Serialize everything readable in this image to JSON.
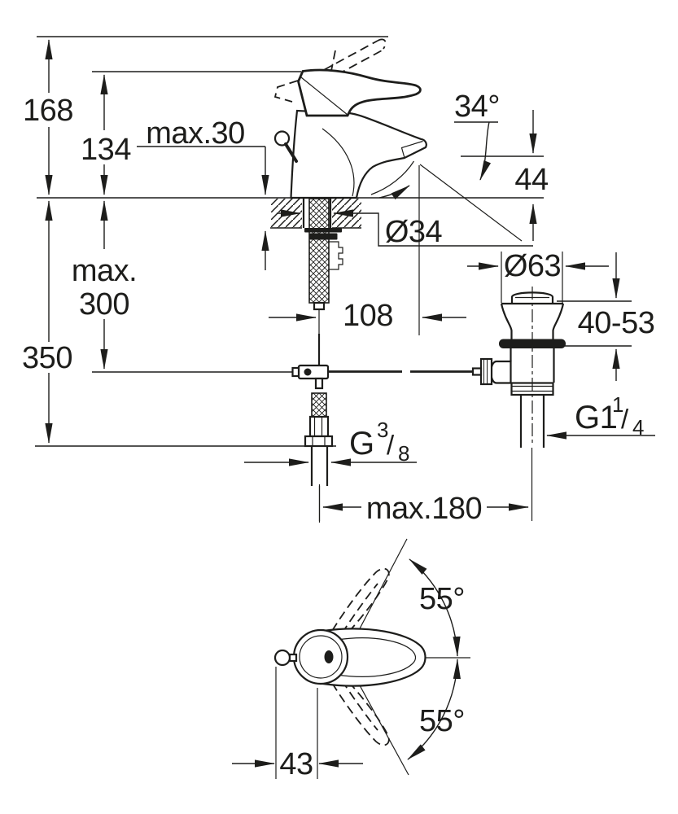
{
  "drawing": {
    "product": "single-lever basin mixer with pop-up waste - installation dimension drawing",
    "units": "mm",
    "colors": {
      "background": "#ffffff",
      "ink": "#1d1d1b"
    },
    "front_view": {
      "height_total_open": "168",
      "height_handle_closed": "134",
      "deck_thickness_max": "max.30",
      "spout_angle": "34°",
      "spout_outlet_height": "44",
      "mounting_hole_dia": "Ø34",
      "below_deck_max_word": "max.",
      "below_deck_max_value": "300",
      "overall_below_deck": "350",
      "spout_reach": "108",
      "waste_flange_dia": "Ø63",
      "waste_deck_range": "40-53",
      "waste_thread": {
        "prefix": "G1",
        "numerator": "1",
        "slash": "/",
        "denominator": "4"
      },
      "supply_thread": {
        "prefix": "G",
        "numerator": "3",
        "slash": "/",
        "denominator": "8"
      },
      "hole_to_waste_distance": "max.180"
    },
    "top_view": {
      "handle_swing_up": "55°",
      "handle_swing_down": "55°",
      "handle_offset": "43"
    }
  }
}
